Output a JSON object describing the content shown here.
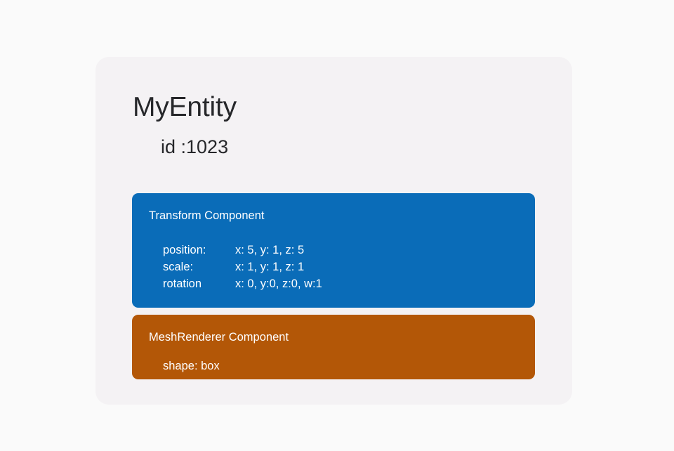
{
  "entity": {
    "name": "MyEntity",
    "id_label": "id :1023"
  },
  "components": [
    {
      "header": "Transform Component",
      "accent_color": "#0a6cb8",
      "properties": [
        {
          "key": "position:",
          "value": "x: 5, y: 1, z: 5"
        },
        {
          "key": "scale:",
          "value": "x: 1, y: 1, z: 1"
        },
        {
          "key": "rotation",
          "value": "x: 0, y:0, z:0, w:1"
        }
      ]
    },
    {
      "header": "MeshRenderer Component",
      "accent_color": "#b35707",
      "properties": [
        {
          "text": "shape: box"
        }
      ]
    }
  ],
  "colors": {
    "page_background": "#fafafa",
    "card_background": "#f4f2f4",
    "transform_panel": "#0a6cb8",
    "mesh_panel": "#b35707",
    "title_text": "#26272a",
    "panel_text": "#ffffff"
  }
}
